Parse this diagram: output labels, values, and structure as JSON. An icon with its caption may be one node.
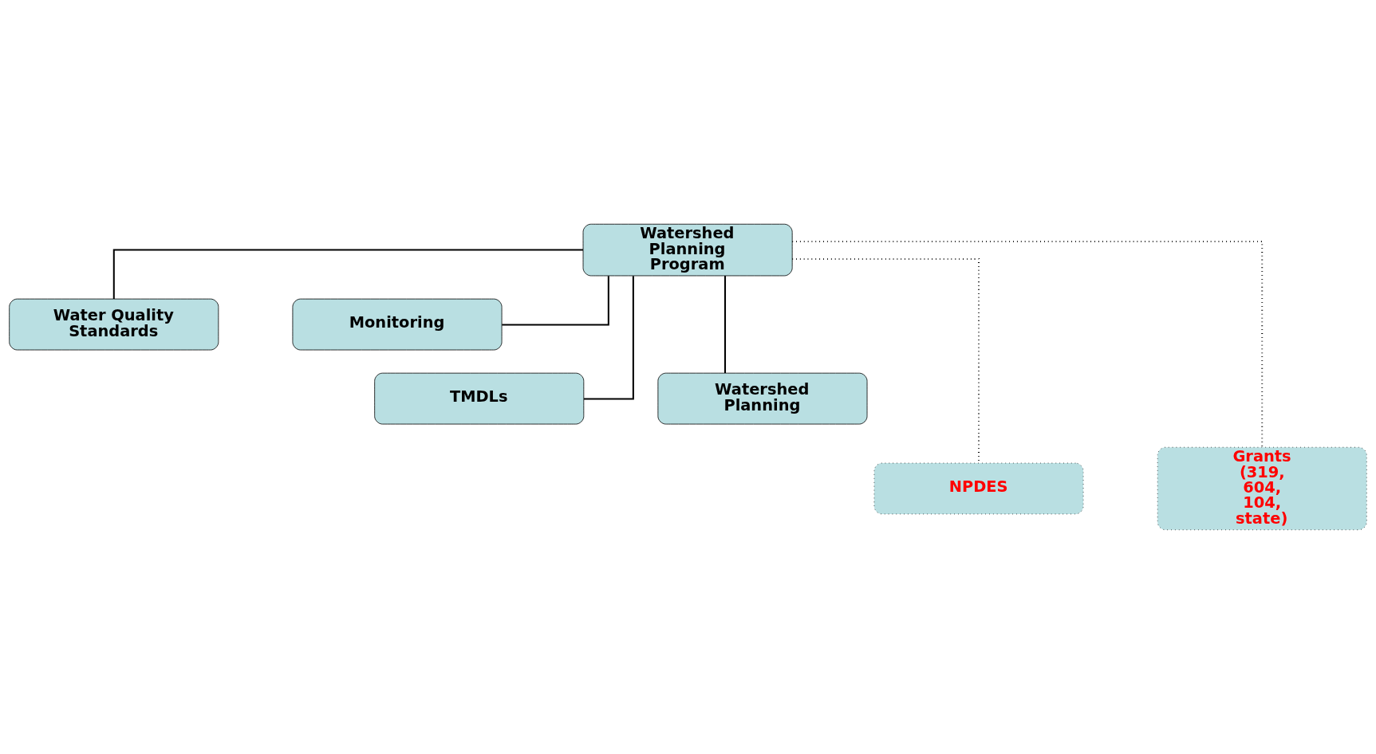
{
  "diagram": {
    "nodes": [
      {
        "text": [
          "Watershed Planning Program"
        ]
      },
      {
        "text": [
          "Water Quality Standards"
        ]
      },
      {
        "text": [
          "Monitoring"
        ]
      },
      {
        "text": [
          "TMDLs"
        ]
      },
      {
        "text": [
          "Watershed Planning"
        ]
      },
      {
        "text": [
          "NPDES"
        ]
      },
      {
        "text": [
          "Grants (319, 604, 104, state)"
        ]
      }
    ],
    "edges": [
      {
        "from": 0,
        "to": 1,
        "arrow": "none"
      },
      {
        "from": 0,
        "to": 2,
        "arrow": "none"
      },
      {
        "from": 0,
        "to": 3,
        "arrow": "none"
      },
      {
        "from": 0,
        "to": 4,
        "arrow": "none"
      },
      {
        "from": 0,
        "to": 5,
        "arrow": "none",
        "style": "dashed"
      },
      {
        "from": 0,
        "to": 6,
        "arrow": "none",
        "style": "dashed"
      }
    ]
  }
}
